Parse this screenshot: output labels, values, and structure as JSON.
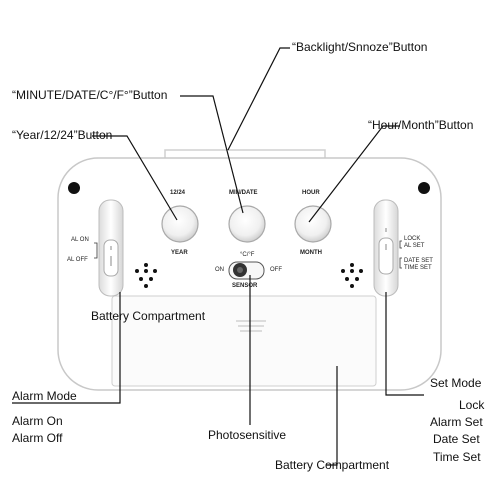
{
  "callouts": {
    "backlight": "“Backlight/Snnoze”Button",
    "minute_date": "“MINUTE/DATE/C°/F°”Button",
    "hour_month": "“Hour/Month”Button",
    "year_1224": "“Year/12/24”Button",
    "battery_top": "Battery Compartment",
    "alarm_mode": "Alarm Mode",
    "alarm_on": "Alarm On",
    "alarm_off": "Alarm Off",
    "photosensitive": "Photosensitive",
    "battery_bottom": "Battery Compartment",
    "set_mode": "Set Mode",
    "lock": "Lock",
    "alarm_set": "Alarm Set",
    "date_set": "Date Set",
    "time_set": "Time Set"
  },
  "device": {
    "btn_1224": "12/24",
    "btn_year": "YEAR",
    "btn_mindate": "MIN/DATE",
    "btn_hour": "HOUR",
    "btn_month": "MONTH",
    "left_switch_on": "AL ON",
    "left_switch_off": "AL OFF",
    "cf_label": "°C/°F",
    "sensor_on": "ON",
    "sensor_off": "OFF",
    "sensor_label": "SENSOR",
    "right_lock": "LOCK",
    "right_alset": "AL SET",
    "right_dateset": "DATE SET",
    "right_timeset": "TIME SET"
  },
  "colors": {
    "body": "#ffffff",
    "outline": "#c8c8c8",
    "button": "#f2f2f2",
    "line": "#111111"
  }
}
